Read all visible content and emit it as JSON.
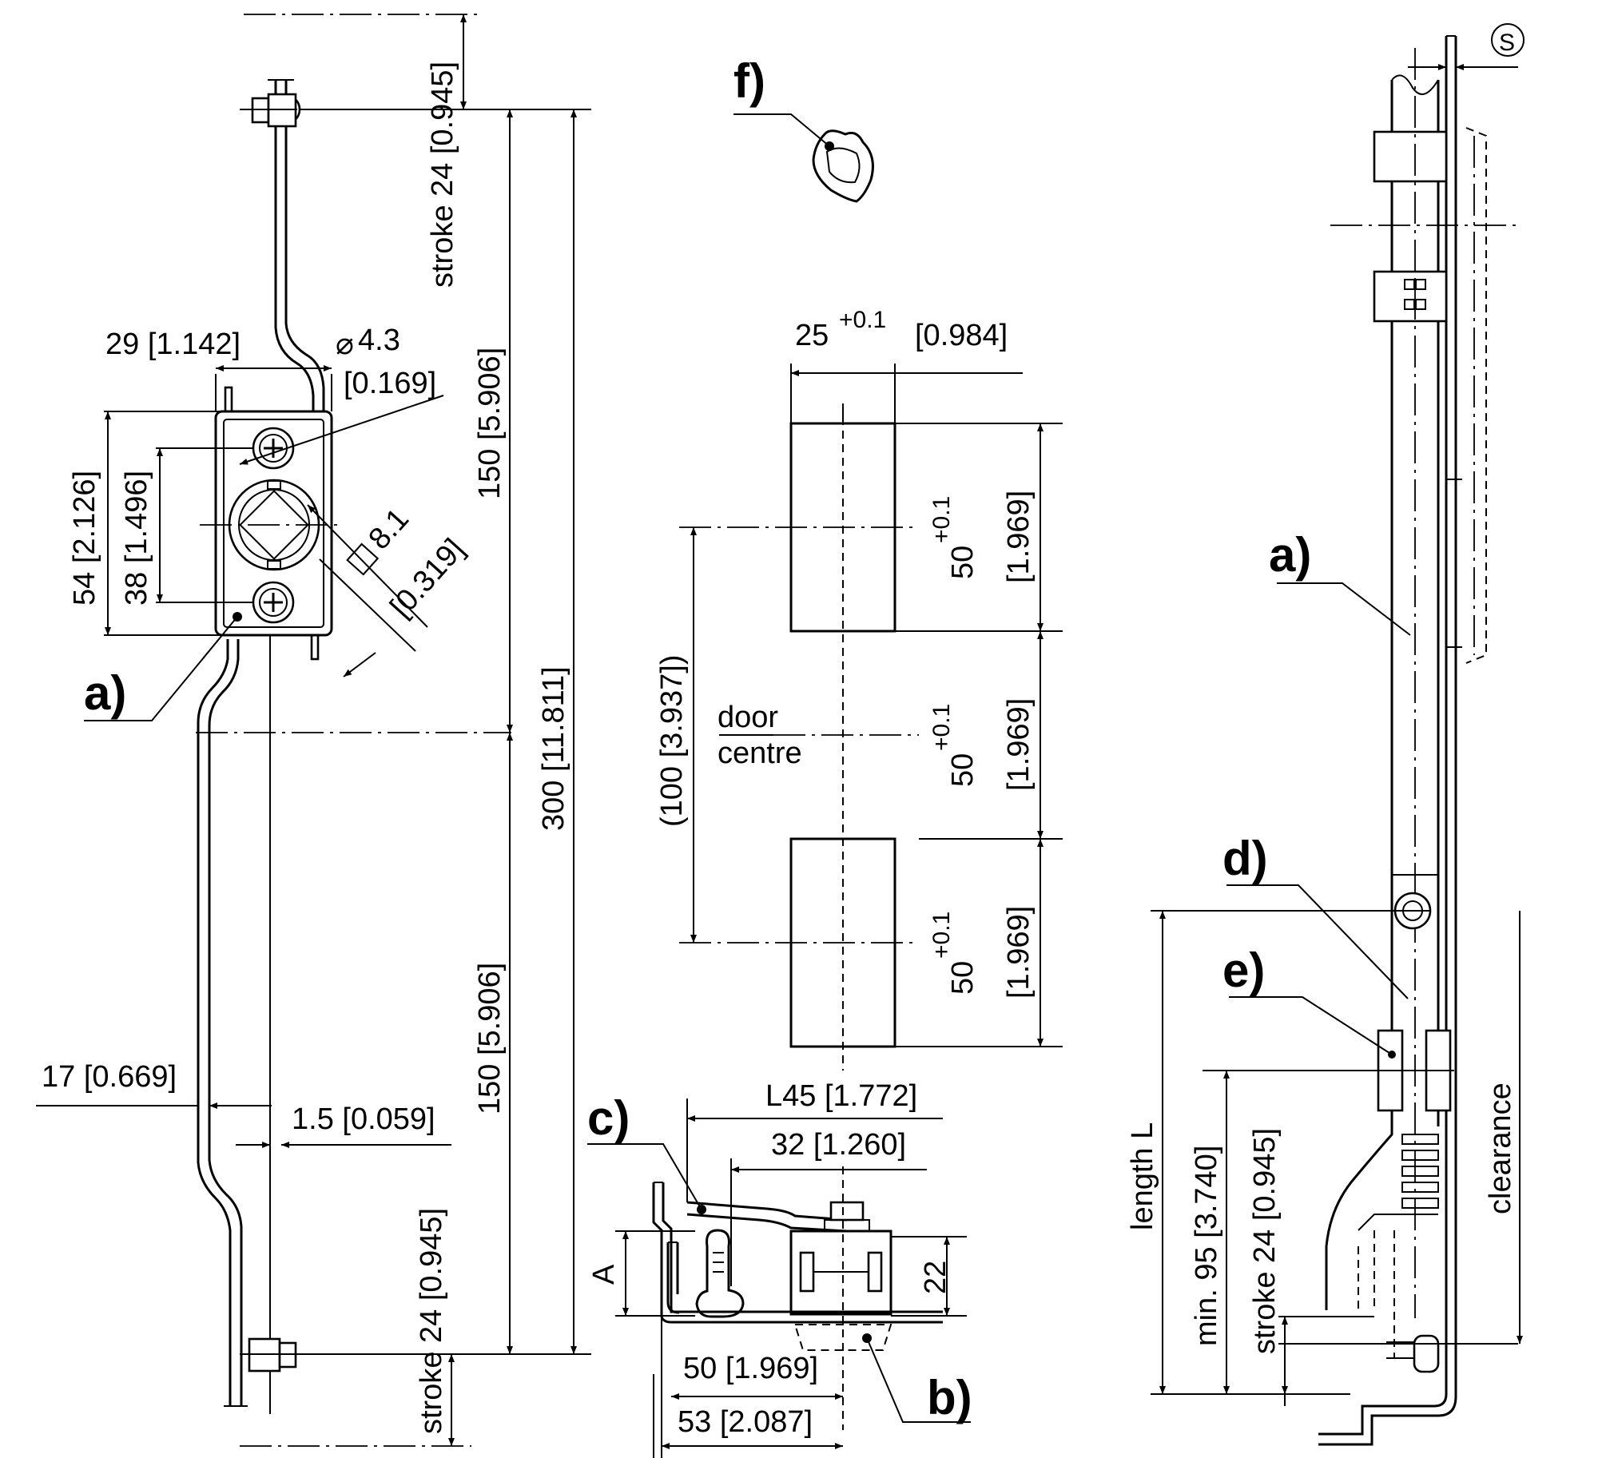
{
  "view_left": {
    "stroke_top": "stroke 24 [0.945]",
    "width_29": "29 [1.142]",
    "hole_dia_symbol": "⌀",
    "hole_dia": "4.3",
    "hole_dia_in": "[0.169]",
    "height_54": "54 [2.126]",
    "height_38": "38 [1.496]",
    "square_symbol": "□",
    "square": "8.1",
    "square_in": "[0.319]",
    "half_150_top": "150 [5.906]",
    "total_300": "300 [11.811]",
    "half_150_bottom": "150 [5.906]",
    "offset_17": "17 [0.669]",
    "thickness_1_5": "1.5 [0.059]",
    "stroke_bottom": "stroke 24 [0.945]",
    "label_a": "a)"
  },
  "view_center": {
    "label_f": "f)",
    "width_25": "25",
    "width_25_tol": "+0.1",
    "width_25_in": "[0.984]",
    "pitch_100": "(100 [3.937])",
    "door_line1": "door",
    "door_line2": "centre",
    "seg_value": "50",
    "seg_tol": "+0.1",
    "seg_in": "[1.969]"
  },
  "view_bottom": {
    "label_c": "c)",
    "label_b": "b)",
    "l45": "L45 [1.772]",
    "dim_32": "32 [1.260]",
    "dim_A": "A",
    "dim_22": "22",
    "dim_50": "50 [1.969]",
    "dim_53": "53 [2.087]"
  },
  "view_right": {
    "label_s": "S",
    "label_a": "a)",
    "label_d": "d)",
    "label_e": "e)",
    "length": "length L",
    "min95": "min. 95 [3.740]",
    "stroke": "stroke 24 [0.945]",
    "clearance": "clearance"
  }
}
